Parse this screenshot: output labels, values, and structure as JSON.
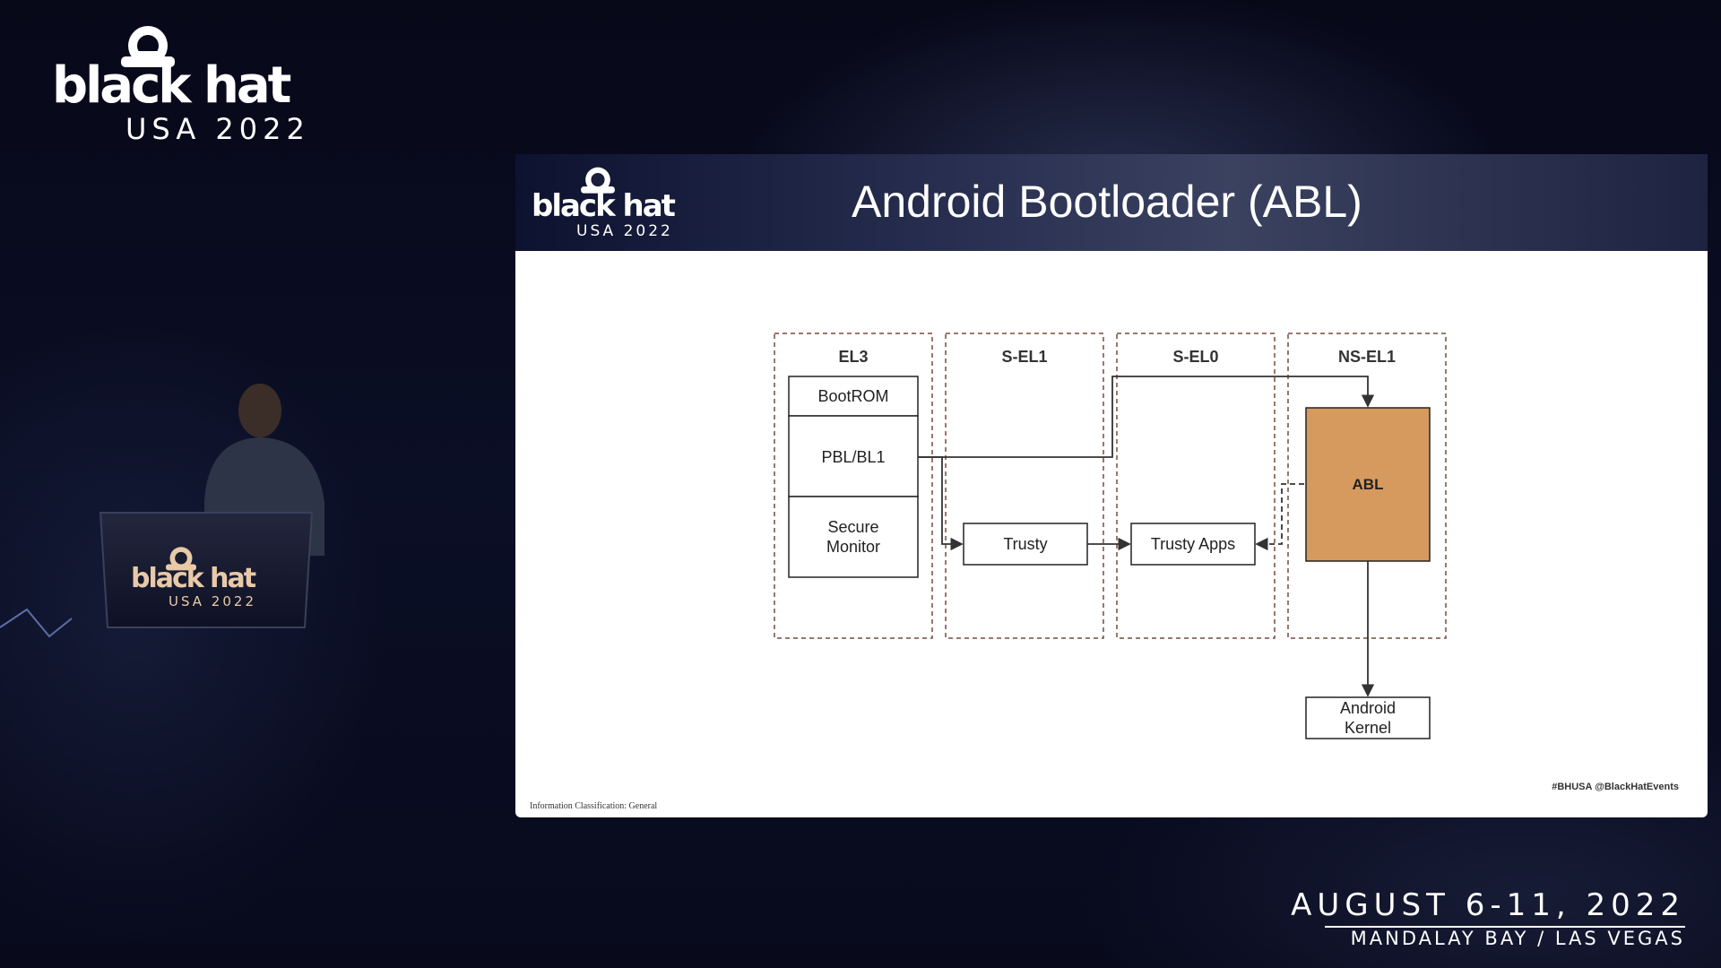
{
  "event": {
    "brand": "black hat",
    "edition": "USA 2022",
    "dates": "AUGUST 6-11, 2022",
    "venue": "MANDALAY BAY / LAS VEGAS"
  },
  "slide": {
    "title": "Android Bootloader (ABL)",
    "classification": "Information Classification: General",
    "hashtags": "#BHUSA   @BlackHatEvents"
  },
  "diagram": {
    "columns": [
      "EL3",
      "S-EL1",
      "S-EL0",
      "NS-EL1"
    ],
    "el3_boxes": [
      "BootROM",
      "PBL/BL1",
      "Secure",
      "Monitor"
    ],
    "trusty": "Trusty",
    "trusty_apps": "Trusty Apps",
    "abl": "ABL",
    "kernel_line1": "Android",
    "kernel_line2": "Kernel",
    "abl_color": "#d69a5e"
  },
  "colors": {
    "background": "#07091a",
    "slide_header": "#2a3152",
    "slide_body": "#ffffff"
  }
}
